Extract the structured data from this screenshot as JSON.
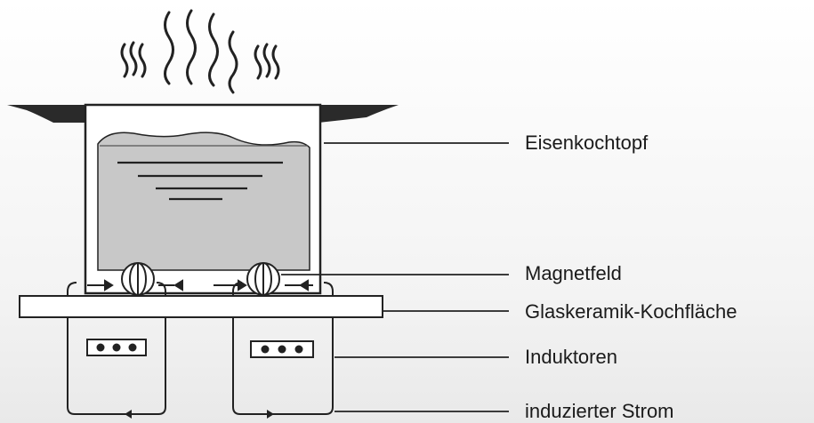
{
  "labels": {
    "pot": "Eisenkochtopf",
    "magnetic_field": "Magnetfeld",
    "cooktop": "Glaskeramik-Kochfläche",
    "inductors": "Induktoren",
    "induced_current": "induzierter Strom"
  },
  "colors": {
    "line": "#222222",
    "water": "#c8c8c8",
    "pot_fill": "#ffffff",
    "handle": "#2a2a2a"
  }
}
